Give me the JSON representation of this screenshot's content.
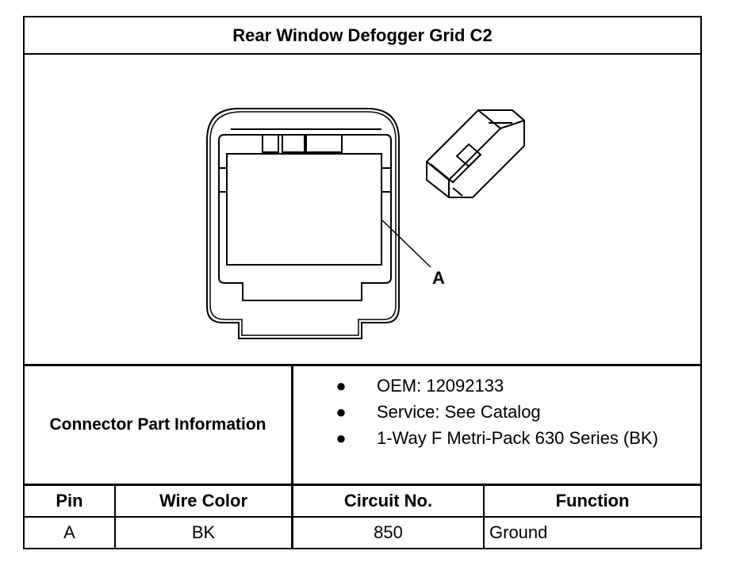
{
  "title": "Rear Window Defogger Grid C2",
  "diagram": {
    "callout_label": "A"
  },
  "connector_info": {
    "label": "Connector Part Information",
    "items": [
      "OEM: 12092133",
      "Service: See Catalog",
      "1-Way F Metri-Pack 630 Series (BK)"
    ]
  },
  "pin_table": {
    "headers": [
      "Pin",
      "Wire Color",
      "Circuit No.",
      "Function"
    ],
    "rows": [
      [
        "A",
        "BK",
        "850",
        "Ground"
      ]
    ]
  }
}
